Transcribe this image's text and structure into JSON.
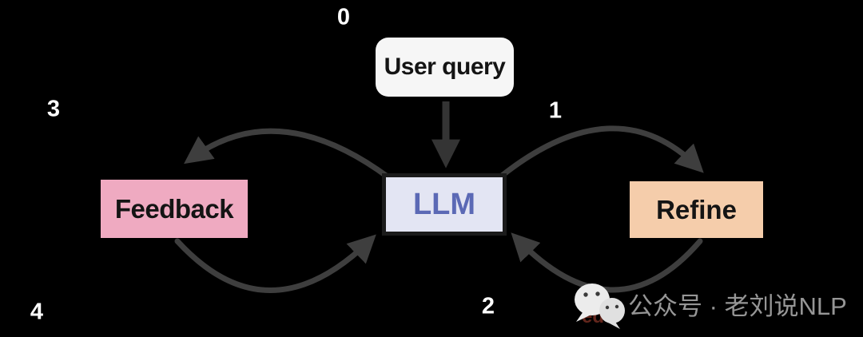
{
  "diagram": {
    "background": "#000000",
    "arrow_color": "#3e3e3e",
    "step_number_color": "#ffffff"
  },
  "nodes": {
    "user_query": {
      "label": "User query",
      "bg": "#f6f6f6",
      "text_color": "#141414",
      "shape": "rounded-rect"
    },
    "llm": {
      "label": "LLM",
      "bg": "#e3e5f3",
      "border_color": "#1b1b1b",
      "text_color": "#5b69b5",
      "shape": "rect"
    },
    "feedback": {
      "label": "Feedback",
      "bg": "#efaac1",
      "text_color": "#141414",
      "shape": "rect"
    },
    "refine": {
      "label": "Refine",
      "bg": "#f5cdab",
      "text_color": "#141414",
      "shape": "rect"
    }
  },
  "steps": [
    "0",
    "1",
    "2",
    "3",
    "4"
  ],
  "edges": [
    {
      "from": "user_query",
      "to": "llm",
      "step": "0",
      "style": "straight-down"
    },
    {
      "from": "llm",
      "to": "refine",
      "step": "1",
      "style": "curve-over-top"
    },
    {
      "from": "refine",
      "to": "llm",
      "step": "2",
      "style": "curve-under-bottom"
    },
    {
      "from": "llm",
      "to": "feedback",
      "step": "3",
      "style": "curve-over-top"
    },
    {
      "from": "feedback",
      "to": "llm",
      "step": "4",
      "style": "curve-under-bottom"
    }
  ],
  "watermark": {
    "icon": "wechat-icon",
    "text": "公众号 · 老刘说NLP",
    "text_color": "#969696",
    "stray_text": "ed"
  }
}
